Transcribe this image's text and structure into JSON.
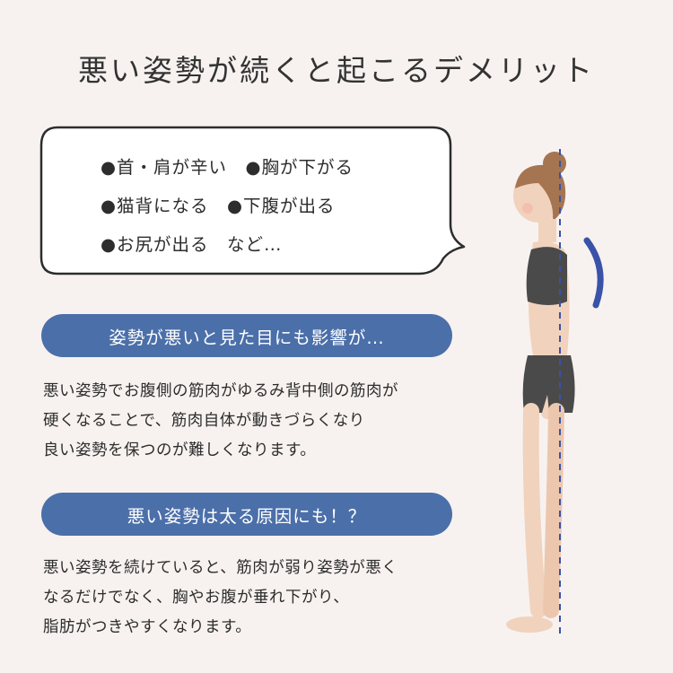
{
  "title": "悪い姿勢が続くと起こるデメリット",
  "bubble": {
    "lines": [
      "●首・肩が辛い　●胸が下がる",
      "●猫背になる　●下腹が出る",
      "●お尻が出る　など…"
    ]
  },
  "sections": [
    {
      "heading": "姿勢が悪いと見た目にも影響が…",
      "lines": [
        "悪い姿勢でお腹側の筋肉がゆるみ背中側の筋肉が",
        "硬くなることで、筋肉自体が動きづらくなり",
        "良い姿勢を保つのが難しくなります。"
      ]
    },
    {
      "heading": "悪い姿勢は太る原因にも！？",
      "lines": [
        "悪い姿勢を続けていると、筋肉が弱り姿勢が悪く",
        "なるだけでなく、胸やお腹が垂れ下がり、",
        "脂肪がつきやすくなります。"
      ]
    }
  ],
  "colors": {
    "background": "#f7f2f0",
    "accent": "#4b6fa9",
    "posture_line": "#3a52a8"
  }
}
